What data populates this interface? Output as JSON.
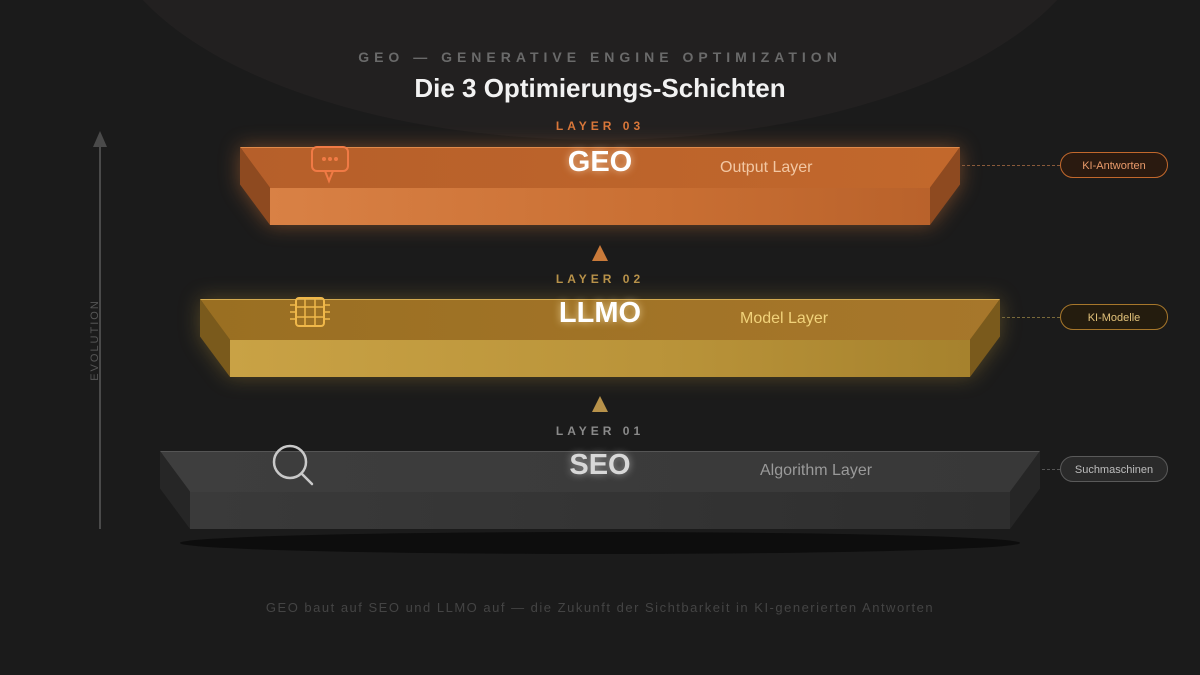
{
  "header": {
    "eyebrow": "GEO — GENERATIVE ENGINE OPTIMIZATION",
    "title": "Die 3 Optimierungs-Schichten"
  },
  "axis": {
    "label": "EVOLUTION"
  },
  "layers": [
    {
      "tag": "LAYER 03",
      "name": "GEO",
      "subtitle": "Output Layer",
      "pill": "KI-Antworten",
      "icon": "chat-bubble-icon",
      "color": "#d97a3a"
    },
    {
      "tag": "LAYER 02",
      "name": "LLMO",
      "subtitle": "Model Layer",
      "pill": "KI-Modelle",
      "icon": "chip-icon",
      "color": "#c49a3a"
    },
    {
      "tag": "LAYER 01",
      "name": "SEO",
      "subtitle": "Algorithm Layer",
      "pill": "Suchmaschinen",
      "icon": "search-icon",
      "color": "#3c3c3c"
    }
  ],
  "footer": "GEO baut auf SEO und LLMO auf — die Zukunft der Sichtbarkeit in KI-generierten Antworten"
}
